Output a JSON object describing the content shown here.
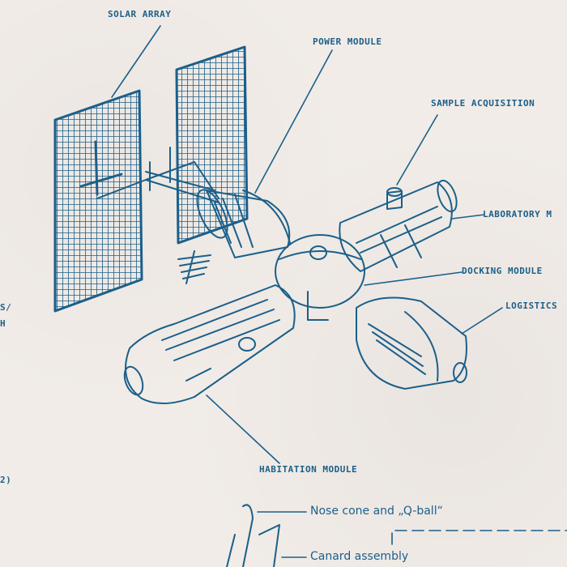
{
  "labels": {
    "solar_array": "SOLAR ARRAY",
    "power_module": "POWER MODULE",
    "sample_acquisition": "SAMPLE ACQUISITION",
    "laboratory": "LABORATORY M",
    "docking_module": "DOCKING MODULE",
    "logistics": "LOGISTICS",
    "habitation_module": "HABITATION MODULE",
    "left_fragment_1": "S/",
    "left_fragment_2": "H",
    "left_fragment_3": "2)",
    "nose_cone": "Nose cone and „Q-ball“",
    "canard_assembly": "Canard assembly"
  },
  "colors": {
    "ink": "#1b5f8a",
    "paper": "#f1ece7"
  }
}
